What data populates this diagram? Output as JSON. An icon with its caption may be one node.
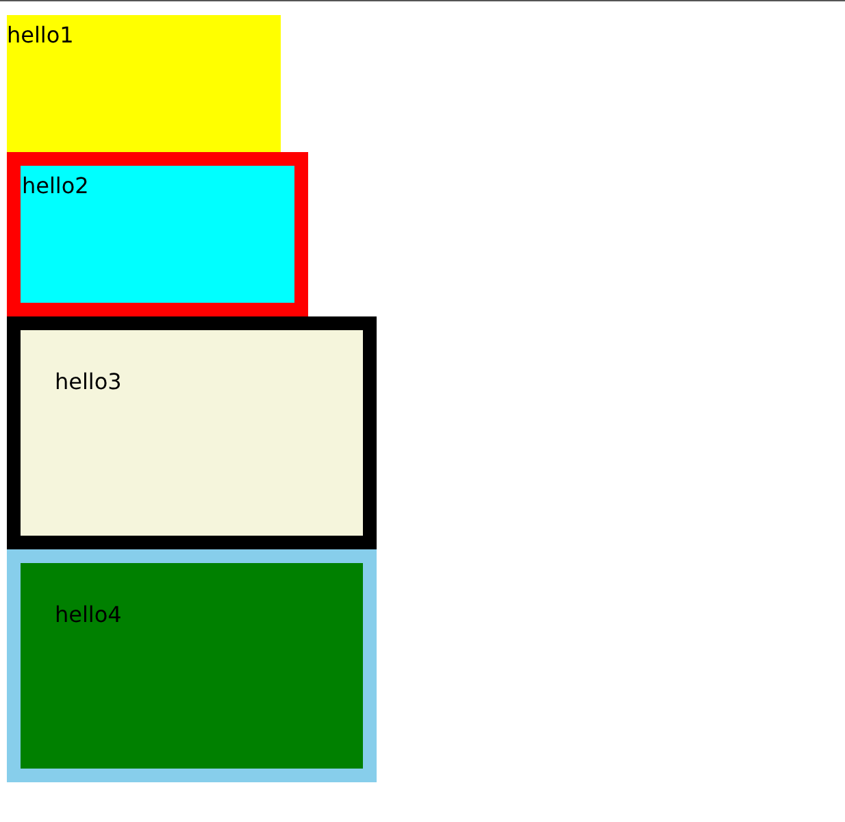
{
  "diagram": {
    "nodes": [
      {
        "text": [
          "hello1"
        ]
      },
      {
        "text": [
          "hello2"
        ]
      },
      {
        "text": [
          "hello3"
        ]
      },
      {
        "text": [
          "hello4"
        ]
      }
    ]
  }
}
